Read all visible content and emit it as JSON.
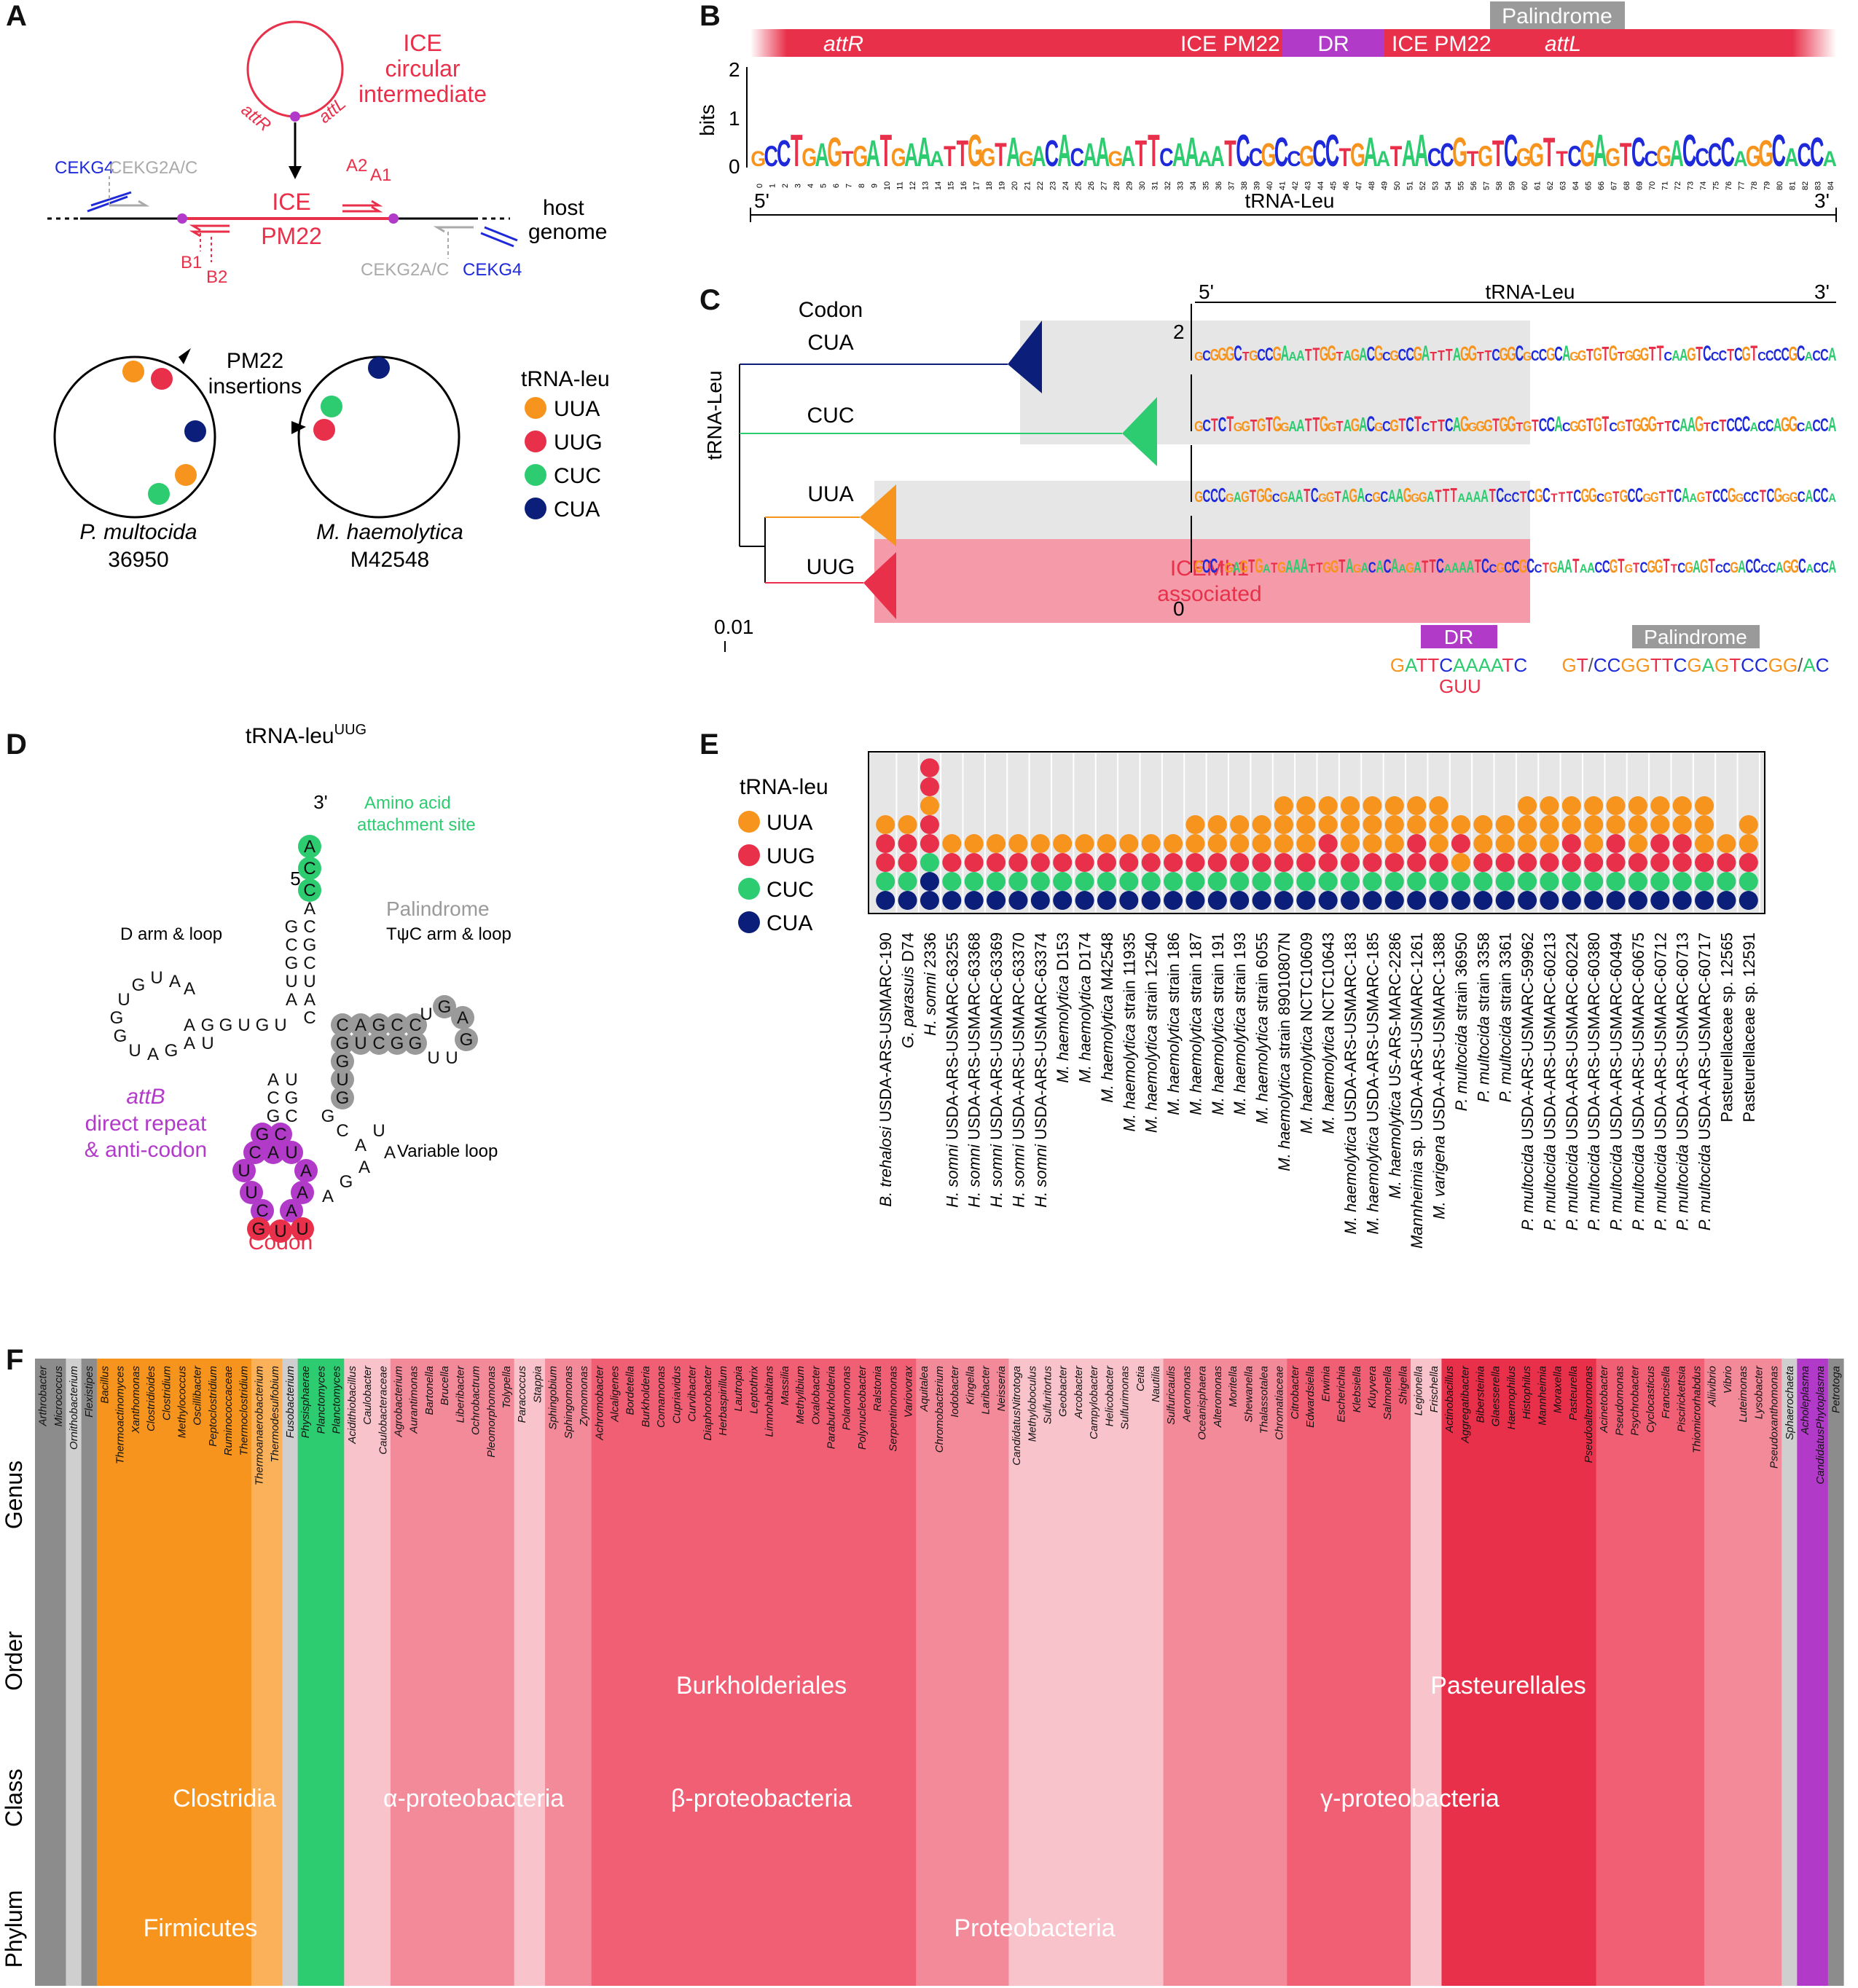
{
  "panel_labels": {
    "A": "A",
    "B": "B",
    "C": "C",
    "D": "D",
    "E": "E",
    "F": "F"
  },
  "colors": {
    "red": "#e8304a",
    "purple": "#b23ac9",
    "gray": "#9a9a9a",
    "orange": "#f7941d",
    "green": "#2ecc71",
    "navy": "#0b1f7a",
    "pink": "#f59aa8",
    "lightgray": "#e6e6e6",
    "blue": "#1e2ad9"
  },
  "panelA": {
    "ice_title": [
      "ICE",
      "circular",
      "intermediate"
    ],
    "attR": "attR",
    "attL": "attL",
    "ice_label": "ICE",
    "pm22_label": "PM22",
    "host_genome": [
      "host",
      "genome"
    ],
    "primers": {
      "cekg4_left": "CEKG4",
      "cekg2_left": "CEKG2A/C",
      "a2": "A2",
      "a1": "A1",
      "b1": "B1",
      "b2": "B2",
      "cekg2_right": "CEKG2A/C",
      "cekg4_right": "CEKG4"
    },
    "pm22_insertions": [
      "PM22",
      "insertions"
    ],
    "legend_title": "tRNA-leu",
    "legend": [
      {
        "label": "UUA",
        "color": "#f7941d"
      },
      {
        "label": "UUG",
        "color": "#e8304a"
      },
      {
        "label": "CUC",
        "color": "#2ecc71"
      },
      {
        "label": "CUA",
        "color": "#0b1f7a"
      }
    ],
    "genome1": {
      "species": "P. multocida",
      "strain": "36950"
    },
    "genome2": {
      "species": "M. haemolytica",
      "strain": "M42548"
    }
  },
  "panelB": {
    "segments": [
      {
        "label": "attR",
        "italic": true
      },
      {
        "label": "ICE PM22"
      },
      {
        "label": "DR"
      },
      {
        "label": "ICE PM22"
      },
      {
        "label": "attL",
        "italic": true
      }
    ],
    "palindrome": "Palindrome",
    "ylabel": "bits",
    "yticks": [
      "2",
      "1",
      "0"
    ],
    "sequence": "GCCTGAGTGATGAAATTGGTAGACACAAGATTCAAAATCCGCCGCCTGAATAACCGTGTCGGTTCGAGTCCGACCCCAGGCACCA",
    "five": "5'",
    "three": "3'",
    "trna": "tRNA-Leu"
  },
  "panelC": {
    "codon_title": "Codon",
    "ylabel": "tRNA-Leu",
    "clades": [
      "CUA",
      "CUC",
      "UUA",
      "UUG"
    ],
    "ice_assoc": [
      "ICEMh1",
      "associated"
    ],
    "scale": "0.01",
    "five": "5'",
    "three": "3'",
    "trna": "tRNA-Leu",
    "yticks": [
      "2",
      "0"
    ],
    "logos": [
      "GCGGGCTGCCGAAATTGGTAGACGCGCCGATTTAGGTTCGGCGCCGCAGGTGTGTGGGTTCAAGTCCCTCGTCCCCGCACCA",
      "GCTCTGGTGTGGAATTGGTAGACGCGTCTCTTCAGGGGTGGTGTCCACGGTGTCGTGGGTTCAAGTCTCCCACCAGGCACCA",
      "GCCCGAGTGGCGAATCGGTAGACGCAAGGGATTTAAAATCCCTCGCTTTCGGCGTGCCGGTTCAAGTCCGGCCTCGGGCACCA",
      "GCCTGAGTGATGAAATTGGTAGACACAAGATTCAAAATCCGCCGCCTGAATAACCGTGTCGGTTCGAGTCCGACCCCAGGCACCA"
    ],
    "dr_label": "DR",
    "dr_seq": "GATTCAAAATC",
    "dr_sub": "GUU",
    "pal_label": "Palindrome",
    "pal_seq": "GT/CCGGTTCGAGTCCGG/AC"
  },
  "panelD": {
    "title": "tRNA-leu",
    "title_sup": "UUG",
    "three": "3'",
    "five": "5'",
    "amino": [
      "Amino acid",
      "attachment site"
    ],
    "palindrome": "Palindrome",
    "tpsic": "TψC arm & loop",
    "darm": "D arm & loop",
    "attB": "attB",
    "attB_desc": [
      "direct repeat",
      "& anti-codon"
    ],
    "variable": "Variable loop",
    "codon": "Codon",
    "codon_bases": [
      "G",
      "U",
      "U"
    ]
  },
  "panelE": {
    "legend_title": "tRNA-leu",
    "legend": [
      {
        "label": "UUA",
        "color": "#f7941d"
      },
      {
        "label": "UUG",
        "color": "#e8304a"
      },
      {
        "label": "CUC",
        "color": "#2ecc71"
      },
      {
        "label": "CUA",
        "color": "#0b1f7a"
      }
    ],
    "strains": [
      {
        "sp": "B. trehalosi",
        "st": " USDA-ARS-USMARC-190",
        "dots": [
          "UUA",
          "UUG",
          "UUG",
          "CUC",
          "CUA"
        ]
      },
      {
        "sp": "G. parasuis",
        "st": " D74",
        "dots": [
          "UUA",
          "UUG",
          "UUG",
          "CUC",
          "CUA"
        ]
      },
      {
        "sp": "H. somni",
        "st": " 2336",
        "dots": [
          "UUG",
          "UUG",
          "UUA",
          "UUG",
          "UUG",
          "CUC",
          "CUA",
          "CUA"
        ]
      },
      {
        "sp": "H. somni",
        "st": " USDA-ARS-USMARC-63255",
        "dots": [
          "UUA",
          "UUG",
          "CUC",
          "CUA"
        ]
      },
      {
        "sp": "H. somni",
        "st": " USDA-ARS-USMARC-63368",
        "dots": [
          "UUA",
          "UUG",
          "CUC",
          "CUA"
        ]
      },
      {
        "sp": "H. somni",
        "st": " USDA-ARS-USMARC-63369",
        "dots": [
          "UUA",
          "UUG",
          "CUC",
          "CUA"
        ]
      },
      {
        "sp": "H. somni",
        "st": " USDA-ARS-USMARC-63370",
        "dots": [
          "UUA",
          "UUG",
          "CUC",
          "CUA"
        ]
      },
      {
        "sp": "H. somni",
        "st": " USDA-ARS-USMARC-63374",
        "dots": [
          "UUA",
          "UUG",
          "CUC",
          "CUA"
        ]
      },
      {
        "sp": "M. haemolytica",
        "st": " D153",
        "dots": [
          "UUA",
          "UUG",
          "CUC",
          "CUA"
        ]
      },
      {
        "sp": "M. haemolytica",
        "st": " D174",
        "dots": [
          "UUA",
          "UUG",
          "CUC",
          "CUA"
        ]
      },
      {
        "sp": "M. haemolytica",
        "st": " M42548",
        "dots": [
          "UUA",
          "UUG",
          "CUC",
          "CUA"
        ]
      },
      {
        "sp": "M. haemolytica",
        "st": " strain 11935",
        "dots": [
          "UUA",
          "UUG",
          "CUC",
          "CUA"
        ]
      },
      {
        "sp": "M. haemolytica",
        "st": " strain 12540",
        "dots": [
          "UUA",
          "UUG",
          "CUC",
          "CUA"
        ]
      },
      {
        "sp": "M. haemolytica",
        "st": " strain 186",
        "dots": [
          "UUA",
          "UUG",
          "CUC",
          "CUA"
        ]
      },
      {
        "sp": "M. haemolytica",
        "st": " strain 187",
        "dots": [
          "UUA",
          "UUA",
          "UUG",
          "CUC",
          "CUA"
        ]
      },
      {
        "sp": "M. haemolytica",
        "st": " strain 191",
        "dots": [
          "UUA",
          "UUA",
          "UUG",
          "CUC",
          "CUA"
        ]
      },
      {
        "sp": "M. haemolytica",
        "st": " strain 193",
        "dots": [
          "UUA",
          "UUA",
          "UUG",
          "CUC",
          "CUA"
        ]
      },
      {
        "sp": "M. haemolytica",
        "st": " strain 6055",
        "dots": [
          "UUA",
          "UUA",
          "UUG",
          "CUC",
          "CUA"
        ]
      },
      {
        "sp": "M. haemolytica",
        "st": " strain 89010807N",
        "dots": [
          "UUA",
          "UUA",
          "UUA",
          "UUG",
          "CUC",
          "CUA"
        ]
      },
      {
        "sp": "M. haemolytica",
        "st": " NCTC10609",
        "dots": [
          "UUA",
          "UUA",
          "UUA",
          "UUG",
          "CUC",
          "CUA"
        ]
      },
      {
        "sp": "M. haemolytica",
        "st": " NCTC10643",
        "dots": [
          "UUA",
          "UUA",
          "UUG",
          "UUG",
          "CUC",
          "CUA"
        ]
      },
      {
        "sp": "M. haemolytica",
        "st": " USDA-ARS-USMARC-183",
        "dots": [
          "UUA",
          "UUA",
          "UUA",
          "UUG",
          "CUC",
          "CUA"
        ]
      },
      {
        "sp": "M. haemolytica",
        "st": " USDA-ARS-USMARC-185",
        "dots": [
          "UUA",
          "UUA",
          "UUA",
          "UUG",
          "CUC",
          "CUA"
        ]
      },
      {
        "sp": "M. haemolytica",
        "st": " US-ARS-MARC-2286",
        "dots": [
          "UUA",
          "UUA",
          "UUA",
          "UUG",
          "CUC",
          "CUA"
        ]
      },
      {
        "sp": "Mannheimia",
        "st": " sp. USDA-ARS-USMARC-1261",
        "dots": [
          "UUA",
          "UUA",
          "UUG",
          "UUG",
          "CUC",
          "CUA"
        ]
      },
      {
        "sp": "M. varigena",
        "st": " USDA-ARS-USMARC-1388",
        "dots": [
          "UUA",
          "UUA",
          "UUA",
          "UUG",
          "CUC",
          "CUA"
        ]
      },
      {
        "sp": "P. multocida",
        "st": " strain 36950",
        "dots": [
          "UUA",
          "UUG",
          "UUA",
          "CUC",
          "CUA"
        ]
      },
      {
        "sp": "P. multocida",
        "st": " strain 3358",
        "dots": [
          "UUA",
          "UUA",
          "UUG",
          "CUC",
          "CUA"
        ]
      },
      {
        "sp": "P. multocida",
        "st": " strain 3361",
        "dots": [
          "UUA",
          "UUA",
          "UUG",
          "CUC",
          "CUA"
        ]
      },
      {
        "sp": "P. multocida",
        "st": " USDA-ARS-USMARC-59962",
        "dots": [
          "UUA",
          "UUA",
          "UUA",
          "UUG",
          "CUC",
          "CUA"
        ]
      },
      {
        "sp": "P. multocida",
        "st": " USDA-ARS-USMARC-60213",
        "dots": [
          "UUA",
          "UUA",
          "UUA",
          "UUG",
          "CUC",
          "CUA"
        ]
      },
      {
        "sp": "P. multocida",
        "st": " USDA-ARS-USMARC-60224",
        "dots": [
          "UUA",
          "UUA",
          "UUG",
          "UUG",
          "CUC",
          "CUA"
        ]
      },
      {
        "sp": "P. multocida",
        "st": " USDA-ARS-USMARC-60380",
        "dots": [
          "UUA",
          "UUA",
          "UUA",
          "UUG",
          "CUC",
          "CUA"
        ]
      },
      {
        "sp": "P. multocida",
        "st": " USDA-ARS-USMARC-60494",
        "dots": [
          "UUA",
          "UUA",
          "UUG",
          "UUG",
          "CUC",
          "CUA"
        ]
      },
      {
        "sp": "P. multocida",
        "st": " USDA-ARS-USMARC-60675",
        "dots": [
          "UUA",
          "UUA",
          "UUA",
          "UUG",
          "CUC",
          "CUA"
        ]
      },
      {
        "sp": "P. multocida",
        "st": " USDA-ARS-USMARC-60712",
        "dots": [
          "UUA",
          "UUA",
          "UUG",
          "UUG",
          "CUC",
          "CUA"
        ]
      },
      {
        "sp": "P. multocida",
        "st": " USDA-ARS-USMARC-60713",
        "dots": [
          "UUA",
          "UUA",
          "UUG",
          "UUG",
          "CUC",
          "CUA"
        ]
      },
      {
        "sp": "P. multocida",
        "st": " USDA-ARS-USMARC-60717",
        "dots": [
          "UUA",
          "UUA",
          "UUA",
          "UUG",
          "CUC",
          "CUA"
        ]
      },
      {
        "sp": "",
        "st": "Pasteurellaceae sp. 12565",
        "dots": [
          "UUA",
          "UUG",
          "CUC",
          "CUA"
        ]
      },
      {
        "sp": "",
        "st": "Pasteurellaceae sp. 12591",
        "dots": [
          "UUA",
          "UUA",
          "UUG",
          "CUC",
          "CUA"
        ]
      }
    ]
  },
  "panelF": {
    "rows": [
      "Genus",
      "Order",
      "Class",
      "Phylum"
    ],
    "genus_cols": [
      {
        "t": "Arthrobacter",
        "c": "g"
      },
      {
        "t": "Micrococcus",
        "c": "g"
      },
      {
        "t": "Ornithobacterium",
        "c": "lg"
      },
      {
        "t": "Flexistipes",
        "c": "g"
      },
      {
        "t": "Bacillus",
        "c": "o"
      },
      {
        "t": "Thermoactinomyces",
        "c": "o"
      },
      {
        "t": "Xanthomonas",
        "c": "o"
      },
      {
        "t": "Clostridioides",
        "c": "o"
      },
      {
        "t": "Clostridium",
        "c": "o"
      },
      {
        "t": "Methylococcus",
        "c": "o"
      },
      {
        "t": "Oscillibacter",
        "c": "o"
      },
      {
        "t": "Peptoclostridium",
        "c": "o"
      },
      {
        "t": "Ruminococcaceae",
        "c": "o"
      },
      {
        "t": "Thermoclostridium",
        "c": "o"
      },
      {
        "t": "Thermoanaerobacterium",
        "c": "lo"
      },
      {
        "t": "Thermodesulfobium",
        "c": "lo"
      },
      {
        "t": "Fusobacterium",
        "c": "lg"
      },
      {
        "t": "Physisphaerae",
        "c": "gr"
      },
      {
        "t": "Planctomyces",
        "c": "gr"
      },
      {
        "t": "Planctomyces",
        "c": "gr"
      },
      {
        "t": "Acidithiobacillus",
        "c": "p1"
      },
      {
        "t": "Caulobacter",
        "c": "p1"
      },
      {
        "t": "Caulobacteraceae",
        "c": "p1"
      },
      {
        "t": "Agrobacterium",
        "c": "p2"
      },
      {
        "t": "Aurantimonas",
        "c": "p2"
      },
      {
        "t": "Bartonella",
        "c": "p2"
      },
      {
        "t": "Brucella",
        "c": "p2"
      },
      {
        "t": "Liberibacter",
        "c": "p2"
      },
      {
        "t": "Ochrobactrum",
        "c": "p2"
      },
      {
        "t": "Pleomorphomonas",
        "c": "p2"
      },
      {
        "t": "Tolypella",
        "c": "p2"
      },
      {
        "t": "Paracoccus",
        "c": "p1"
      },
      {
        "t": "Stappia",
        "c": "p1"
      },
      {
        "t": "Sphingobium",
        "c": "p2"
      },
      {
        "t": "Sphingomonas",
        "c": "p2"
      },
      {
        "t": "Zymomonas",
        "c": "p2"
      },
      {
        "t": "Achromobacter",
        "c": "p3"
      },
      {
        "t": "Alcaligenes",
        "c": "p3"
      },
      {
        "t": "Bordetella",
        "c": "p3"
      },
      {
        "t": "Burkholderia",
        "c": "p3"
      },
      {
        "t": "Comamonas",
        "c": "p3"
      },
      {
        "t": "Cupriavidus",
        "c": "p3"
      },
      {
        "t": "Curvibacter",
        "c": "p3"
      },
      {
        "t": "Diaphorobacter",
        "c": "p3"
      },
      {
        "t": "Herbaspirillum",
        "c": "p3"
      },
      {
        "t": "Lautropia",
        "c": "p3"
      },
      {
        "t": "Leptothrix",
        "c": "p3"
      },
      {
        "t": "Limnohabitans",
        "c": "p3"
      },
      {
        "t": "Massilia",
        "c": "p3"
      },
      {
        "t": "Methylibium",
        "c": "p3"
      },
      {
        "t": "Oxalobacter",
        "c": "p3"
      },
      {
        "t": "Paraburkholderia",
        "c": "p3"
      },
      {
        "t": "Polaromonas",
        "c": "p3"
      },
      {
        "t": "Polynucleobacter",
        "c": "p3"
      },
      {
        "t": "Ralstonia",
        "c": "p3"
      },
      {
        "t": "Serpentinomonas",
        "c": "p3"
      },
      {
        "t": "Variovorax",
        "c": "p3"
      },
      {
        "t": "Aquitalea",
        "c": "p2"
      },
      {
        "t": "Chromobacterium",
        "c": "p2"
      },
      {
        "t": "Iodobacter",
        "c": "p2"
      },
      {
        "t": "Kingella",
        "c": "p2"
      },
      {
        "t": "Laribacter",
        "c": "p2"
      },
      {
        "t": "Neisseria",
        "c": "p2"
      },
      {
        "t": "CandidatusNitrotoga",
        "c": "p1"
      },
      {
        "t": "Methyloboculus",
        "c": "p1"
      },
      {
        "t": "Sulfuritortus",
        "c": "p1"
      },
      {
        "t": "Geobacter",
        "c": "p1"
      },
      {
        "t": "Arcobacter",
        "c": "p1"
      },
      {
        "t": "Campylobacter",
        "c": "p1"
      },
      {
        "t": "Helicobacter",
        "c": "p1"
      },
      {
        "t": "Sulfurimonas",
        "c": "p1"
      },
      {
        "t": "Cetia",
        "c": "p1"
      },
      {
        "t": "Nautilia",
        "c": "p1"
      },
      {
        "t": "Sulfuricaulis",
        "c": "p2"
      },
      {
        "t": "Aeromonas",
        "c": "p2"
      },
      {
        "t": "Oceanisphaera",
        "c": "p2"
      },
      {
        "t": "Alteromonas",
        "c": "p2"
      },
      {
        "t": "Moritella",
        "c": "p2"
      },
      {
        "t": "Shewanella",
        "c": "p2"
      },
      {
        "t": "Thalassotalea",
        "c": "p2"
      },
      {
        "t": "Chromatiaceae",
        "c": "p2"
      },
      {
        "t": "Citrobacter",
        "c": "p3"
      },
      {
        "t": "Edwardsiella",
        "c": "p3"
      },
      {
        "t": "Erwinia",
        "c": "p3"
      },
      {
        "t": "Escherichia",
        "c": "p3"
      },
      {
        "t": "Klebsiella",
        "c": "p3"
      },
      {
        "t": "Kluyvera",
        "c": "p3"
      },
      {
        "t": "Salmonella",
        "c": "p3"
      },
      {
        "t": "Shigella",
        "c": "p3"
      },
      {
        "t": "Legionella",
        "c": "p1"
      },
      {
        "t": "Frischella",
        "c": "p1"
      },
      {
        "t": "Actinobacillus",
        "c": "r"
      },
      {
        "t": "Aggregatibacter",
        "c": "r"
      },
      {
        "t": "Bibersteinia",
        "c": "r"
      },
      {
        "t": "Glaesserella",
        "c": "r"
      },
      {
        "t": "Haemophilus",
        "c": "r"
      },
      {
        "t": "Histophilus",
        "c": "r"
      },
      {
        "t": "Mannheimia",
        "c": "r"
      },
      {
        "t": "Moraxella",
        "c": "r"
      },
      {
        "t": "Pasteurella",
        "c": "r"
      },
      {
        "t": "Pseudoalteromonas",
        "c": "r"
      },
      {
        "t": "Acinetobacter",
        "c": "p3"
      },
      {
        "t": "Pseudomonas",
        "c": "p3"
      },
      {
        "t": "Psychrobacter",
        "c": "p3"
      },
      {
        "t": "Cyclocasticus",
        "c": "p3"
      },
      {
        "t": "Francisella",
        "c": "p3"
      },
      {
        "t": "Piscirickettsia",
        "c": "p3"
      },
      {
        "t": "Thiomicrorhabdus",
        "c": "p3"
      },
      {
        "t": "Aliivibrio",
        "c": "p2"
      },
      {
        "t": "Vibrio",
        "c": "p2"
      },
      {
        "t": "Luteimonas",
        "c": "p2"
      },
      {
        "t": "Lysobacter",
        "c": "p2"
      },
      {
        "t": "Pseudoxanthomonas",
        "c": "p2"
      },
      {
        "t": "Sphaerochaeta",
        "c": "lg"
      },
      {
        "t": "Acholeplasma",
        "c": "pu"
      },
      {
        "t": "CandidatusPhytoplasma",
        "c": "pu"
      },
      {
        "t": "Petrotoga",
        "c": "g"
      }
    ],
    "order_labels": {
      "burk": "Burkholderiales",
      "past": "Pasteurellales"
    },
    "class_labels": {
      "clos": "Clostridia",
      "alpha": "α-proteobacteria",
      "beta": "β-proteobacteria",
      "gamma": "γ-proteobacteria"
    },
    "phylum_labels": {
      "firm": "Firmicutes",
      "prot": "Proteobacteria"
    }
  }
}
